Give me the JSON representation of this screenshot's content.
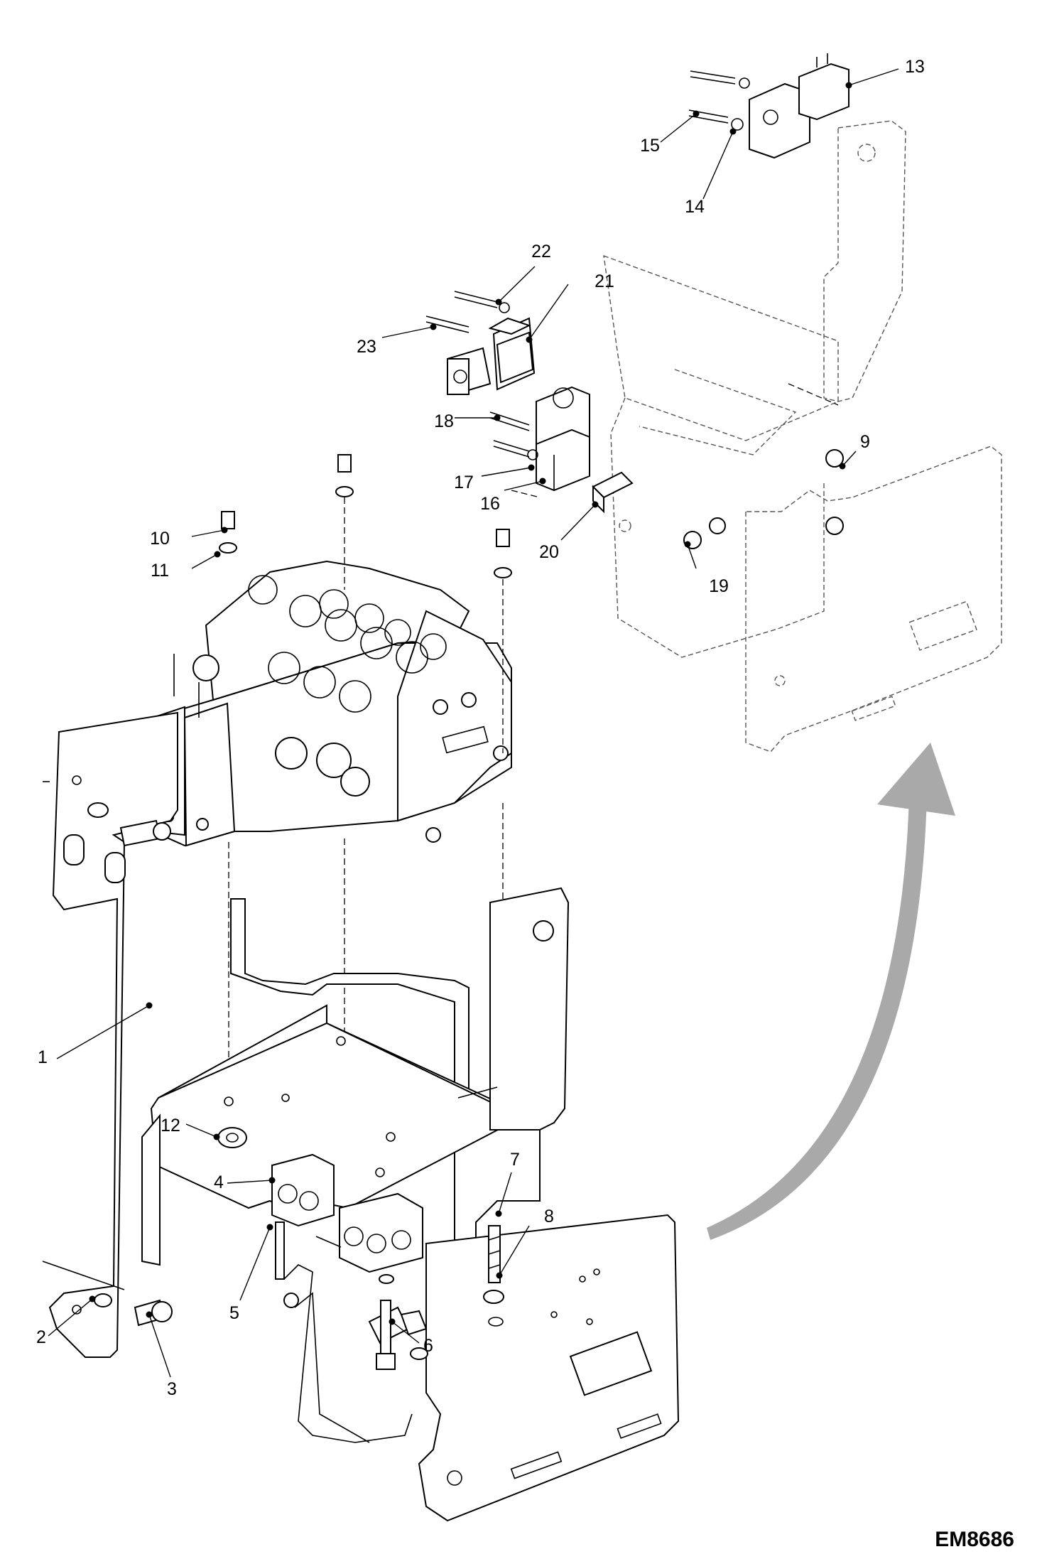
{
  "drawing_code": "EM8686",
  "callouts": [
    {
      "id": "1",
      "label": "1"
    },
    {
      "id": "2",
      "label": "2"
    },
    {
      "id": "3",
      "label": "3"
    },
    {
      "id": "4",
      "label": "4"
    },
    {
      "id": "5",
      "label": "5"
    },
    {
      "id": "6",
      "label": "6"
    },
    {
      "id": "7",
      "label": "7"
    },
    {
      "id": "8",
      "label": "8"
    },
    {
      "id": "9",
      "label": "9"
    },
    {
      "id": "10",
      "label": "10"
    },
    {
      "id": "11",
      "label": "11"
    },
    {
      "id": "12",
      "label": "12"
    },
    {
      "id": "13",
      "label": "13"
    },
    {
      "id": "14",
      "label": "14"
    },
    {
      "id": "15",
      "label": "15"
    },
    {
      "id": "16",
      "label": "16"
    },
    {
      "id": "17",
      "label": "17"
    },
    {
      "id": "18",
      "label": "18"
    },
    {
      "id": "19",
      "label": "19"
    },
    {
      "id": "20",
      "label": "20"
    },
    {
      "id": "21",
      "label": "21"
    },
    {
      "id": "22",
      "label": "22"
    },
    {
      "id": "23",
      "label": "23"
    }
  ],
  "colors": {
    "line": "#000000",
    "arrow": "#a9a9a9",
    "background": "#ffffff"
  }
}
